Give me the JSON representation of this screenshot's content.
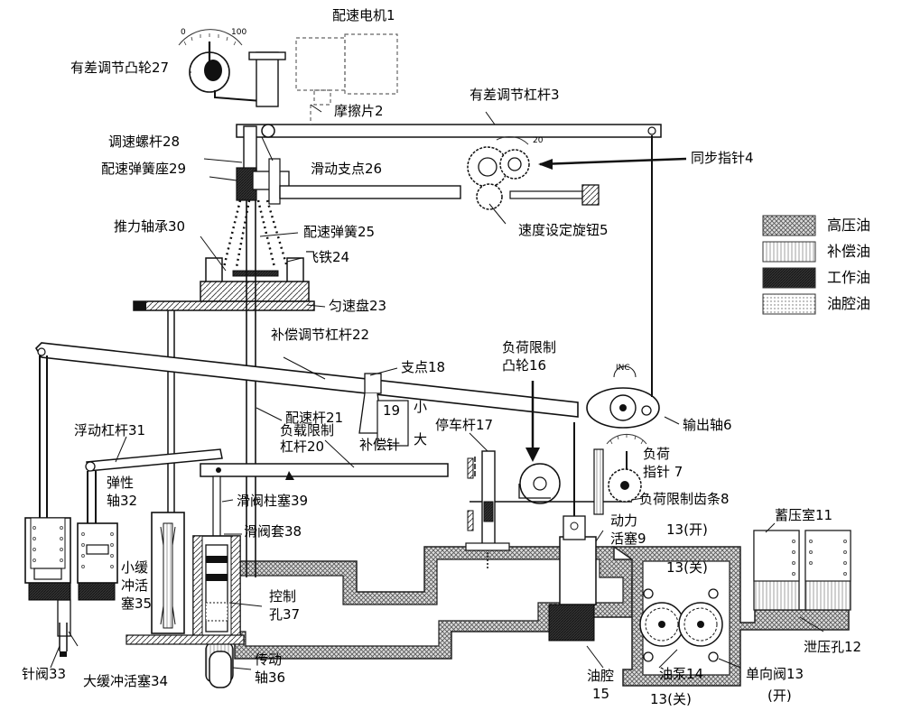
{
  "labels": {
    "l1": "配速电机1",
    "l27": "有差调节凸轮27",
    "l2": "摩擦片2",
    "l3": "有差调节杠杆3",
    "l28": "调速螺杆28",
    "l29": "配速弹簧座29",
    "l26": "滑动支点26",
    "l4": "同步指针4",
    "l5": "速度设定旋钮5",
    "l30": "推力轴承30",
    "l25": "配速弹簧25",
    "l24": "飞铁24",
    "l23": "匀速盘23",
    "l22": "补偿调节杠杆22",
    "l18": "支点18",
    "l16a": "负荷限制",
    "l16b": "凸轮16",
    "l21": "配速杆21",
    "l19": "19",
    "lsmall": "小",
    "lbig": "大",
    "lptr": "补偿针",
    "l6": "输出轴6",
    "l31": "浮动杠杆31",
    "l20a": "负载限制",
    "l20b": "杠杆20",
    "l17": "停车杆17",
    "l7a": "负荷",
    "l7b": "指针 7",
    "l32a": "弹性",
    "l32b": "轴32",
    "l39": "滑阀柱塞39",
    "l8": "负荷限制齿条8",
    "l9a": "动力",
    "l9b": "活塞9",
    "l11": "蓄压室11",
    "l38": "滑阀套38",
    "l13open_top": "13(开)",
    "l13close_top": "13(关)",
    "l35a": "小缓",
    "l35b": "冲活",
    "l35c": "塞35",
    "l37a": "控制",
    "l37b": "孔37",
    "l12": "泄压孔12",
    "l33": "针阀33",
    "l34": "大缓冲活塞34",
    "l36a": "传动",
    "l36b": "轴36",
    "l15a": "油腔",
    "l15b": "15",
    "l14": "油泵14",
    "l13check": "单向阀13",
    "l13open_bot": "(开)",
    "l13close_bot": "13(关)",
    "dial0": "0",
    "dial100": "100",
    "inc": "INC",
    "dial20": "20"
  },
  "legend": [
    {
      "name": "高压油",
      "pattern": "cross"
    },
    {
      "name": "补偿油",
      "pattern": "vlines"
    },
    {
      "name": "工作油",
      "pattern": "dark"
    },
    {
      "name": "油腔油",
      "pattern": "dots"
    }
  ]
}
